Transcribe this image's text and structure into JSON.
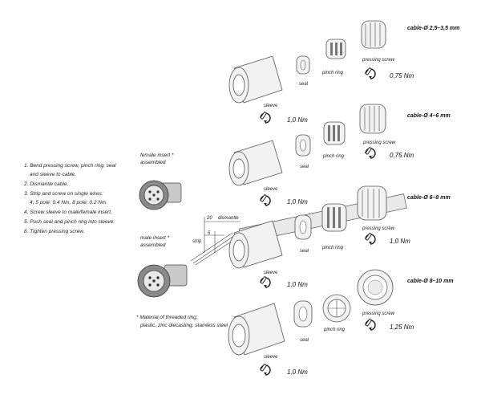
{
  "instructions": [
    "1. Bend pressing screw, pinch ring, seal",
    "and sleeve to cable.",
    "2. Dismantle cable.",
    "3. Strip and screw on single wires:",
    "4, 5 pole: 0.4 Nm, 8 pole: 0.2 Nm.",
    "4. Screw sleeve to male/female insert.",
    "5. Push seal and pinch ring into sleeve.",
    "6. Tighten pressing screw."
  ],
  "inserts": {
    "female": [
      "female insert *",
      "assembled"
    ],
    "male": [
      "male insert *",
      "assembled"
    ]
  },
  "material_note": [
    "* Material of threaded ring:",
    "plastic, zinc diecasting, stainless steel"
  ],
  "dims": {
    "strip": "strip",
    "strip_value": "5",
    "dismantle": "dismantle",
    "dismantle_value": "20"
  },
  "rows": [
    {
      "cable": "cable-Ø 2,5–3,5 mm",
      "labels": {
        "sleeve": "sleeve",
        "seal": "seal",
        "pinch": "pinch ring",
        "screw": "pressing screw"
      },
      "sleeve_torque": "1,0 Nm",
      "screw_torque": "0,75 Nm"
    },
    {
      "cable": "cable-Ø 4–6 mm",
      "labels": {
        "sleeve": "sleeve",
        "seal": "seal",
        "pinch": "pinch ring",
        "screw": "pressing screw"
      },
      "sleeve_torque": "1,0 Nm",
      "screw_torque": "0,75 Nm"
    },
    {
      "cable": "cable-Ø 6–8 mm",
      "labels": {
        "sleeve": "sleeve",
        "seal": "seal",
        "pinch": "pinch ring",
        "screw": "pressing screw"
      },
      "sleeve_torque": "1,0 Nm",
      "screw_torque": "1,0 Nm"
    },
    {
      "cable": "cable-Ø 8–10 mm",
      "labels": {
        "sleeve": "sleeve",
        "seal": "seal",
        "pinch": "pinch ring",
        "screw": "pressing screw"
      },
      "sleeve_torque": "1,0 Nm",
      "screw_torque": "1,25 Nm"
    }
  ]
}
